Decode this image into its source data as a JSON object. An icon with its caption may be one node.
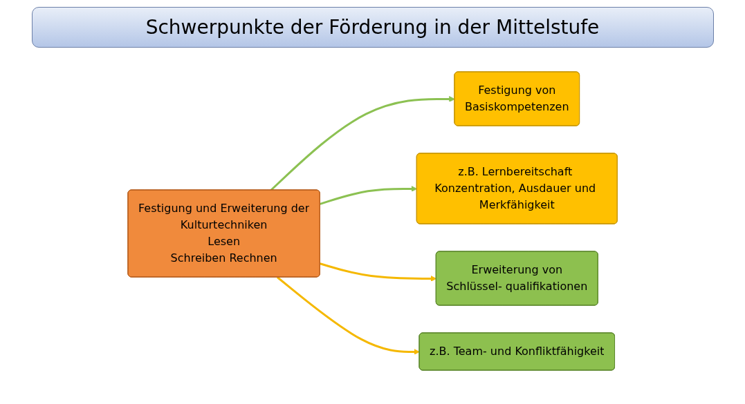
{
  "diagram": {
    "title": "Schwerpunkte der Förderung in der Mittelstufe",
    "nodes": [
      {
        "text": [
          "Festigung von",
          "Basiskompetenzen"
        ]
      },
      {
        "text": [
          "z.B. Lernbereitschaft Konzentration, Ausdauer und Merkfähigkeit"
        ]
      },
      {
        "text": [
          "Festigung und Erweiterung der",
          "Kulturtechniken",
          "Lesen",
          "Schreiben Rechnen"
        ]
      },
      {
        "text": [
          "Erweiterung von",
          "Schlüssel- qualifikationen"
        ]
      },
      {
        "text": [
          "z.B. Team- und Konfliktfähigkeit"
        ]
      }
    ],
    "edges": [
      {
        "from": 2,
        "to": 0,
        "arrow": "to",
        "color": "#8cc152"
      },
      {
        "from": 2,
        "to": 1,
        "arrow": "to",
        "color": "#8cc152"
      },
      {
        "from": 2,
        "to": 3,
        "arrow": "to",
        "color": "#f5b800"
      },
      {
        "from": 2,
        "to": 4,
        "arrow": "to",
        "color": "#f5b800"
      }
    ]
  }
}
